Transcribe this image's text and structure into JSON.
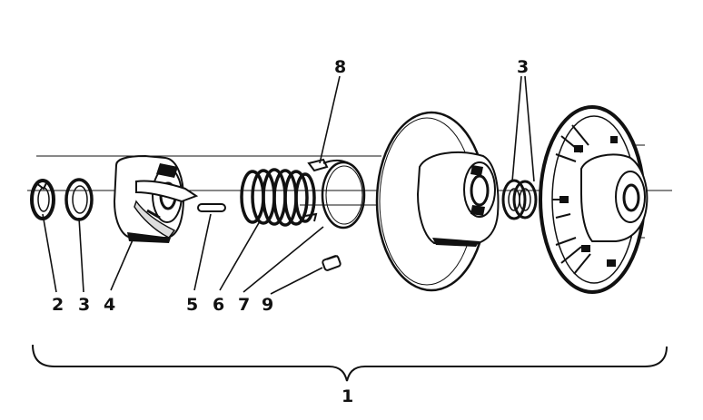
{
  "diagram": {
    "callouts": {
      "c1": "1",
      "c2": "2",
      "c3a": "3",
      "c3b": "3",
      "c4": "4",
      "c5": "5",
      "c6": "6",
      "c7": "7",
      "c8": "8",
      "c9": "9"
    }
  }
}
